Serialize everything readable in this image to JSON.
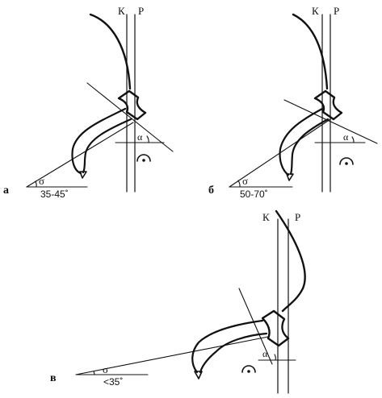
{
  "panels": {
    "a": {
      "panel_letter": "а",
      "k_label": "К",
      "p_label": "Р",
      "sigma": "σ",
      "alpha": "α",
      "range": "35-45˚"
    },
    "b": {
      "panel_letter": "б",
      "k_label": "К",
      "p_label": "Р",
      "sigma": "σ",
      "alpha": "α",
      "range": "50-70˚"
    },
    "c": {
      "panel_letter": "в",
      "k_label": "К",
      "p_label": "Р",
      "sigma": "σ",
      "alpha": "α",
      "range": "<35˚"
    }
  },
  "colors": {
    "ink": "#111111",
    "background": "#ffffff"
  }
}
